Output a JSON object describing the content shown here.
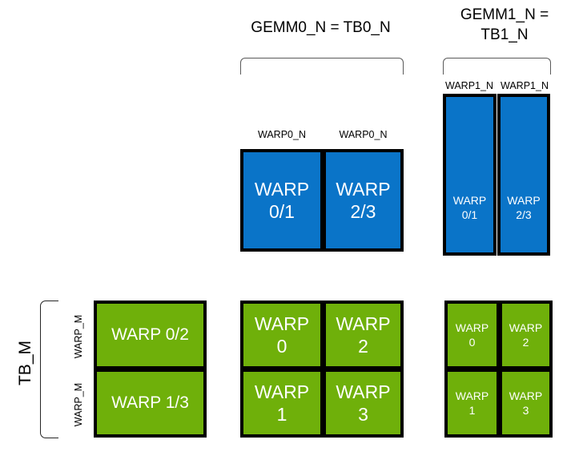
{
  "diagram": {
    "title_top_center": "GEMM0_N = TB0_N",
    "title_top_right_line1": "GEMM1_N =",
    "title_top_right_line2": "TB1_N",
    "left_axis_label": "TB_M",
    "colors": {
      "blue": "#0a74c8",
      "green": "#6fb00a",
      "border": "#000000",
      "bracket": "#5a5a5a",
      "text_on_box": "#ffffff",
      "background": "#ffffff"
    }
  },
  "labels": {
    "warp0_n_left": "WARP0_N",
    "warp0_n_right": "WARP0_N",
    "warp1_n_left": "WARP1_N",
    "warp1_n_right": "WARP1_N",
    "warp_m_top": "WARP_M",
    "warp_m_bottom": "WARP_M"
  },
  "blue_middle": {
    "cells": [
      {
        "name": "warp-0-1",
        "text": "WARP\n0/1"
      },
      {
        "name": "warp-2-3",
        "text": "WARP\n2/3"
      }
    ]
  },
  "blue_right": {
    "cells": [
      {
        "name": "warp-0-1",
        "text": "WARP\n0/1"
      },
      {
        "name": "warp-2-3",
        "text": "WARP\n2/3"
      }
    ]
  },
  "green_left": {
    "cells": [
      {
        "name": "warp-0-2",
        "text": "WARP 0/2"
      },
      {
        "name": "warp-1-3",
        "text": "WARP 1/3"
      }
    ]
  },
  "green_middle": {
    "cells": [
      {
        "name": "warp-0",
        "text": "WARP\n0"
      },
      {
        "name": "warp-2",
        "text": "WARP\n2"
      },
      {
        "name": "warp-1",
        "text": "WARP\n1"
      },
      {
        "name": "warp-3",
        "text": "WARP\n3"
      }
    ]
  },
  "green_right": {
    "cells": [
      {
        "name": "warp-0",
        "text": "WARP\n0"
      },
      {
        "name": "warp-2",
        "text": "WARP\n2"
      },
      {
        "name": "warp-1",
        "text": "WARP\n1"
      },
      {
        "name": "warp-3",
        "text": "WARP\n3"
      }
    ]
  }
}
